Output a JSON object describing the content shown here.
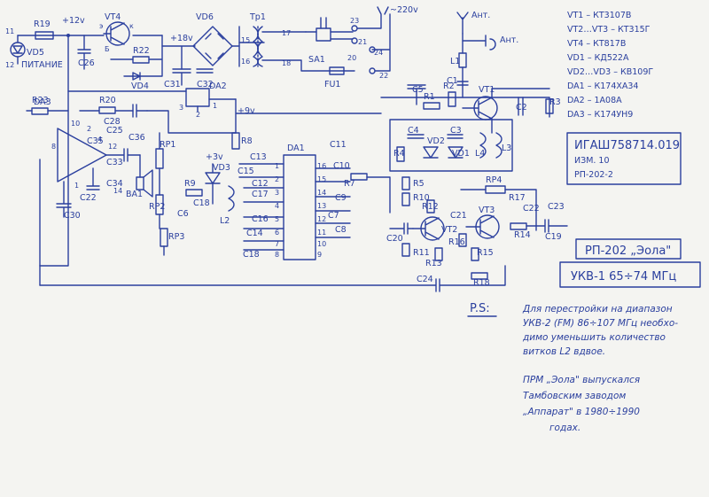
{
  "components": {
    "vt1": "VT1",
    "vt2": "VT2",
    "vt3": "VT3",
    "vt4": "VT4",
    "vd1": "VD1",
    "vd2": "VD2",
    "vd3": "VD3",
    "vd5": "VD5",
    "vd6": "VD6",
    "vd4": "VD4",
    "da1": "DA1",
    "da2": "DA2",
    "da3": "DA3",
    "tr1": "Tp1",
    "sa1": "SA1",
    "fu1": "FU1",
    "ba1": "BA1",
    "l1": "L1",
    "l2": "L2",
    "l3": "L3",
    "l4": "L4",
    "r1": "R1",
    "r2": "R2",
    "r3": "R3",
    "r4": "R4",
    "r5": "R5",
    "r7": "R7",
    "r8": "R8",
    "r9": "R9",
    "r10": "R10",
    "r11": "R11",
    "r12": "R12",
    "r13": "R13",
    "r14": "R14",
    "r15": "R15",
    "r16": "R16",
    "r18": "R18",
    "r19": "R19",
    "r20": "R20",
    "r22": "R22",
    "r23": "R23",
    "rp1": "RP1",
    "rp2": "RP2",
    "rp3": "RP3",
    "rp4": "RP4",
    "c1": "C1",
    "c2": "C2",
    "c3": "C3",
    "c4": "C4",
    "c5": "C5",
    "c6": "C6",
    "c7": "C7",
    "c8": "C8",
    "c9": "C9",
    "c10": "C10",
    "c11": "C11",
    "c12": "C12",
    "c13": "C13",
    "c14": "C14",
    "c15": "C15",
    "c16": "C16",
    "c17": "C17",
    "c18": "C18",
    "c19": "C19",
    "c20": "C20",
    "c21": "C21",
    "c22": "C22",
    "c23": "C23",
    "c24": "C24",
    "c25": "C25",
    "c26": "C26",
    "c28": "C28",
    "c30": "C30",
    "c31": "C31",
    "c32": "C32",
    "c33": "C33",
    "c34": "C34",
    "c35": "C35",
    "c36": "C36"
  },
  "voltages": {
    "v12": "+12v",
    "v18": "+18v",
    "v9": "+9v",
    "v3": "+3v",
    "mains": "~220v"
  },
  "labels": {
    "power": "ПИТАНИЕ",
    "ant1": "Ант.",
    "ant2": "Ант."
  },
  "pins": {
    "p11": "11",
    "p12": "12",
    "p23": "23",
    "p21": "21",
    "p24": "24",
    "p22": "22",
    "p20": "20",
    "p15": "15",
    "p16": "16",
    "p17": "17",
    "p18": "18",
    "da2_1": "1",
    "da2_2": "2",
    "da2_3": "3",
    "da3_1": "1",
    "da3_2": "2",
    "da3_4": "4",
    "da3_8": "8",
    "da3_10": "10",
    "da3_12": "12",
    "da3_14": "14",
    "da1": [
      "1",
      "2",
      "3",
      "4",
      "5",
      "6",
      "7",
      "8",
      "9",
      "10",
      "11",
      "12",
      "13",
      "14",
      "15",
      "16"
    ],
    "k": "к",
    "b": "Б",
    "e": "э"
  },
  "parts_list": [
    "VT1 – КТ3107В",
    "VT2…VT3 – КТ315Г",
    "VT4 – КТ817В",
    "VD1 – КД522А",
    "VD2…VD3 – КВ109Г",
    "DA1 – К174ХА34",
    "DA2 – 1А08А",
    "DA3 – К174УН9"
  ],
  "doc_code": {
    "line1": "ИГАШ758714.019",
    "line2": "ИЗМ. 10",
    "line3": "РП-202-2"
  },
  "model_box": {
    "title": "РП-202 „Эола\"",
    "band": "УКВ-1  65÷74 МГц"
  },
  "note": {
    "ps": "P.S:",
    "lines": [
      "Для перестройки на диапазон",
      "УКВ-2 (FM) 86÷107 МГц необхо-",
      "димо уменьшить количество",
      "витков L2 вдвое."
    ]
  },
  "history": {
    "lines": [
      "ПРМ „Эола\" выпускался",
      "Тамбовским заводом",
      "„Аппарат\" в 1980÷1990",
      "годах."
    ]
  }
}
